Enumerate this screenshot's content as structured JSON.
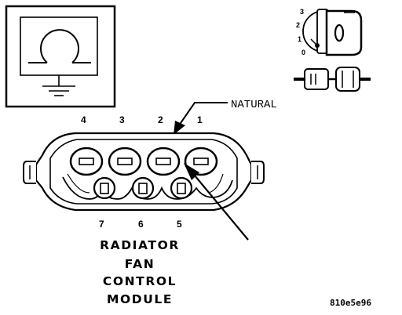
{
  "connector": {
    "color": "NATURAL",
    "top_pin_numbers": [
      "4",
      "3",
      "2",
      "1"
    ],
    "bottom_pin_numbers": [
      "7",
      "6",
      "5"
    ],
    "title_lines": [
      "RADIATOR",
      "FAN",
      "CONTROL",
      "MODULE"
    ]
  },
  "ignition_key": {
    "positions": [
      "3",
      "2",
      "1",
      "0"
    ],
    "key_char": "O"
  },
  "figure_code": "810e5e96",
  "icons": [
    "ground-symbol-icon",
    "ignition-key-icon",
    "connector-plug-icon"
  ]
}
